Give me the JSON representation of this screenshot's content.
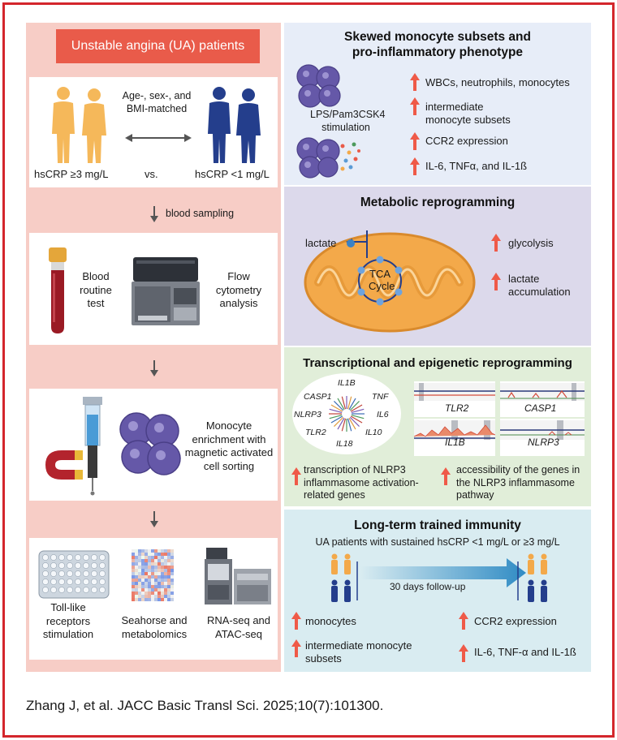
{
  "left": {
    "header": "Unstable angina (UA) patients",
    "matching": {
      "label": "Age-, sex-, and BMI-matched",
      "group_high": "hsCRP ≥3 mg/L",
      "versus": "vs.",
      "group_low": "hsCRP <1 mg/L"
    },
    "blood_sampling": "blood sampling",
    "tests": {
      "blood_routine": "Blood routine test",
      "flow_cytometry": "Flow cytometry analysis"
    },
    "enrichment": "Monocyte enrichment with magnetic activated cell sorting",
    "assays": {
      "tlr": "Toll-like receptors stimulation",
      "seahorse": "Seahorse and metabolomics",
      "seq": "RNA-seq and ATAC-seq"
    }
  },
  "panels": {
    "skewed": {
      "title": "Skewed monocyte subsets and pro-inflammatory phenotype",
      "stimulation": "LPS/Pam3CSK4 stimulation",
      "items": [
        "WBCs, neutrophils, monocytes",
        "intermediate monocyte subsets",
        "CCR2 expression",
        "IL-6, TNFα, and IL-1ß"
      ]
    },
    "metabolic": {
      "title": "Metabolic reprogramming",
      "lactate": "lactate",
      "tca": "TCA Cycle",
      "items": [
        "glycolysis",
        "lactate accumulation"
      ]
    },
    "transcriptional": {
      "title": "Transcriptional and epigenetic reprogramming",
      "genes": [
        "IL1B",
        "TNF",
        "IL6",
        "IL10",
        "IL18",
        "TLR2",
        "NLRP3",
        "CASP1"
      ],
      "tracks": [
        "TLR2",
        "CASP1",
        "IL1B",
        "NLRP3"
      ],
      "findings": [
        "transcription of NLRP3 inflammasome activation-related genes",
        "accessibility of the genes in the NLRP3 inflammasome pathway"
      ]
    },
    "trained": {
      "title": "Long-term trained immunity",
      "subtitle": "UA patients with sustained hsCRP <1 mg/L or ≥3 mg/L",
      "followup": "30 days follow-up",
      "items_left": [
        "monocytes",
        "intermediate monocyte subsets"
      ],
      "items_right": [
        "CCR2 expression",
        "IL-6, TNF-α and IL-1ß"
      ]
    }
  },
  "citation": "Zhang J, et al. JACC Basic Transl Sci. 2025;10(7):101300.",
  "colors": {
    "frame": "#d4262c",
    "left_bg": "#f7cdc6",
    "header_pill": "#e95b4a",
    "panel_skewed": "#e7edf8",
    "panel_metabolic": "#dcd9eb",
    "panel_transcriptional": "#e1eed9",
    "panel_trained": "#d9ecf1",
    "up_arrow": "#ef5a48",
    "monocyte": "#6558a8",
    "mitochondrion": "#f3a94a",
    "high_group": "#f5b85a",
    "low_group": "#243e8c"
  }
}
